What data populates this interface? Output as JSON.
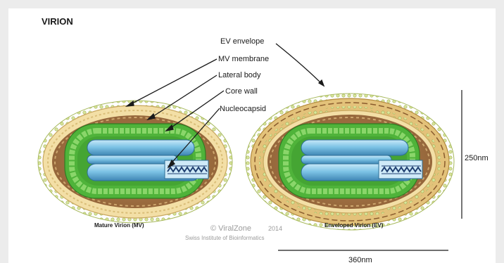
{
  "title": "VIRION",
  "labels": {
    "ev_envelope": "EV envelope",
    "mv_membrane": "MV membrane",
    "lateral_body": "Lateral body",
    "core_wall": "Core wall",
    "nucleocapsid": "Nucleocapsid"
  },
  "captions": {
    "mature": "Mature Virion (MV)",
    "enveloped": "Enveloped Virion (EV)"
  },
  "credit": {
    "brand": "© ViralZone",
    "year": "2014",
    "institute": "Swiss Institute of Bioinformatics"
  },
  "dimensions": {
    "height": "250nm",
    "width": "360nm"
  },
  "colors": {
    "outer_membrane": "#f3dfa6",
    "lateral_body": "#9b6b3e",
    "core_wall": "#4fb33a",
    "core_wall_light": "#8ad66a",
    "nucleocapsid": "#7ec4e6",
    "dna": "#1f3f70",
    "ev_envelope": "#e3c27a"
  }
}
